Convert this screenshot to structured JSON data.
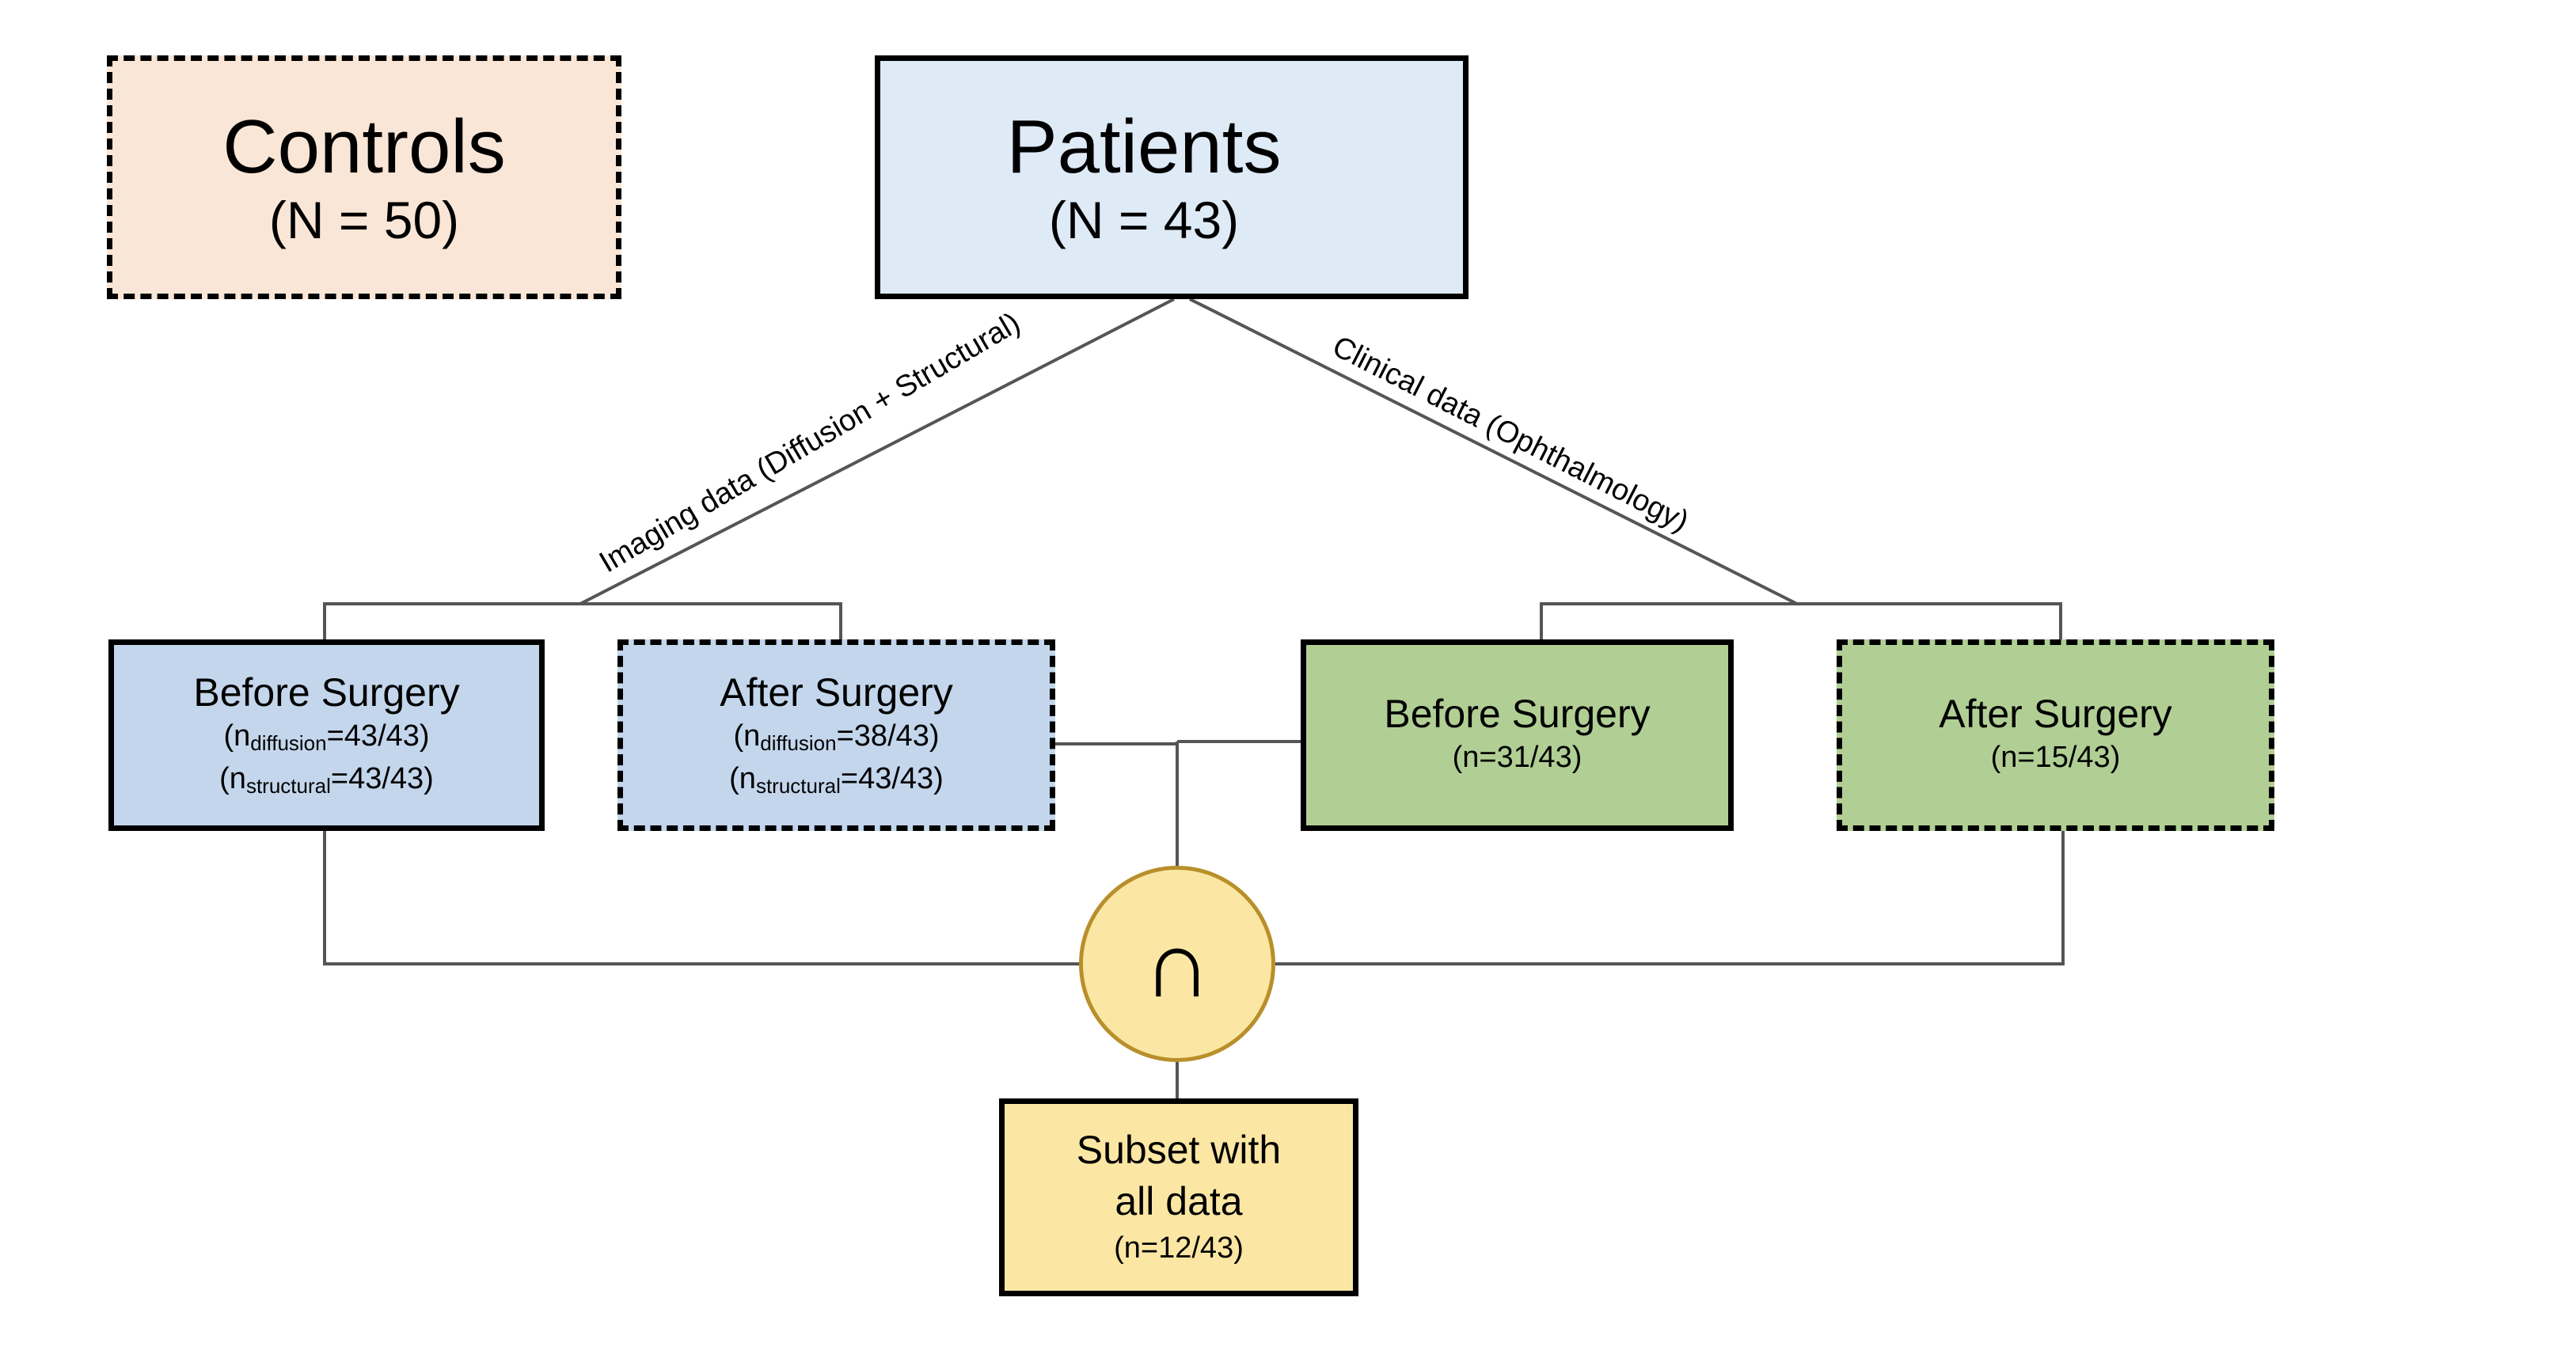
{
  "controls": {
    "title": "Controls",
    "count": "(N = 50)"
  },
  "patients": {
    "title": "Patients",
    "count": "(N = 43)"
  },
  "branches": {
    "imaging_label": "Imaging data (Diffusion + Structural)",
    "clinical_label": "Clinical data (Ophthalmology)"
  },
  "imaging": {
    "before": {
      "title": "Before Surgery",
      "diffusion_prefix": "(n",
      "diffusion_sub": "diffusion",
      "diffusion_value": "=43/43)",
      "structural_prefix": "(n",
      "structural_sub": "structural",
      "structural_value": "=43/43)"
    },
    "after": {
      "title": "After Surgery",
      "diffusion_prefix": "(n",
      "diffusion_sub": "diffusion",
      "diffusion_value": "=38/43)",
      "structural_prefix": "(n",
      "structural_sub": "structural",
      "structural_value": "=43/43)"
    }
  },
  "clinical": {
    "before": {
      "title": "Before Surgery",
      "count": "(n=31/43)"
    },
    "after": {
      "title": "After Surgery",
      "count": "(n=15/43)"
    }
  },
  "intersection": {
    "symbol": "∩"
  },
  "subset": {
    "title_line1": "Subset with",
    "title_line2": "all data",
    "count": "(n=12/43)"
  },
  "colors": {
    "controls_fill": "#f9e6d7",
    "patients_fill": "#deeaf6",
    "imaging_fill": "#c3d6ec",
    "clinical_fill": "#b1cf94",
    "subset_fill": "#fbe7a3",
    "intersection_stroke": "#b88f2a"
  }
}
